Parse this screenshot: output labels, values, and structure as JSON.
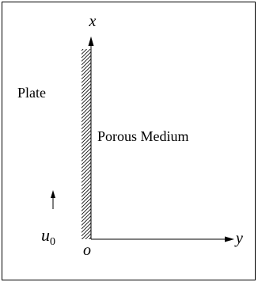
{
  "diagram": {
    "labels": {
      "x_axis": "x",
      "y_axis": "y",
      "origin": "o",
      "plate": "Plate",
      "medium": "Porous Medium",
      "velocity_symbol": "u",
      "velocity_subscript": "0"
    },
    "colors": {
      "ink": "#000000",
      "background": "#ffffff"
    }
  }
}
